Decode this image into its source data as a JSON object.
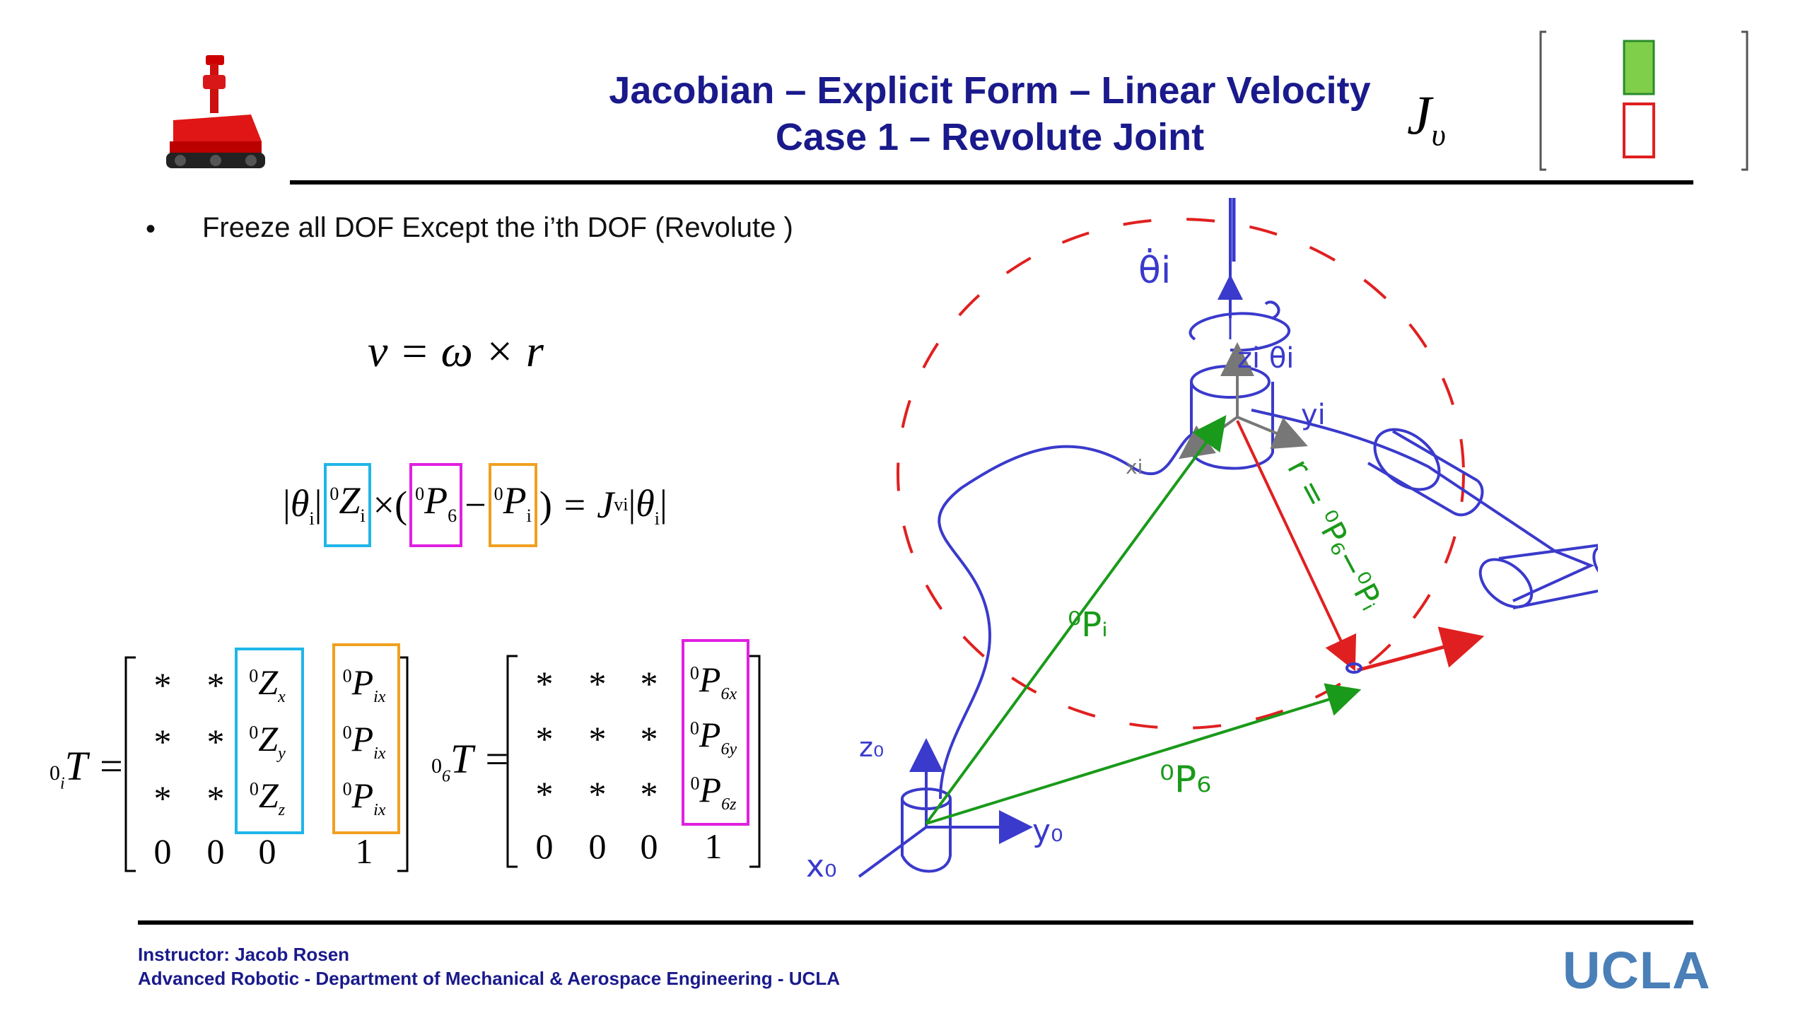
{
  "header": {
    "title_line1": "Jacobian – Explicit Form – Linear Velocity",
    "title_line2": "Case 1 – Revolute Joint",
    "jv_symbol": "J",
    "jv_subscript": "υ"
  },
  "bullet": {
    "marker": "•",
    "text": "Freeze all DOF Except the i’th DOF (Revolute )"
  },
  "equations": {
    "velocity": "v = ω × r",
    "jacobian_rhs": "= J"
  },
  "matrices": {
    "left_label": "T =",
    "right_label": "T =",
    "left_rows": [
      [
        "*",
        "*",
        "Z",
        "P"
      ],
      [
        "*",
        "*",
        "Z",
        "P"
      ],
      [
        "*",
        "*",
        "Z",
        "P"
      ],
      [
        "0",
        "0",
        "0",
        "1"
      ]
    ],
    "right_rows": [
      [
        "*",
        "*",
        "*",
        "P"
      ],
      [
        "*",
        "*",
        "*",
        "P"
      ],
      [
        "*",
        "*",
        "*",
        "P"
      ],
      [
        "0",
        "0",
        "0",
        "1"
      ]
    ],
    "left_z_subs": [
      "x",
      "y",
      "z"
    ],
    "left_p_subs": [
      "ix",
      "ix",
      "ix"
    ],
    "right_p_subs": [
      "6x",
      "6y",
      "6z"
    ]
  },
  "sketch_labels": {
    "theta_dot": "θ̇i",
    "zi_theta": "zi θi",
    "yi": "yi",
    "xi": "xi",
    "r_label": "r = ⁰P₆−⁰Pᵢ",
    "pi": "⁰Pᵢ",
    "p6": "⁰P₆",
    "z0": "z₀",
    "y0": "y₀",
    "x0": "x₀"
  },
  "footer": {
    "line1": "Instructor: Jacob Rosen",
    "line2": "Advanced Robotic -  Department of Mechanical & Aerospace Engineering - UCLA",
    "logo": "UCLA"
  },
  "colors": {
    "title": "#1a1a8c",
    "cyan": "#1fb6e8",
    "magenta": "#e020e0",
    "orange": "#f0a020",
    "sketch_blue": "#3a3acc",
    "sketch_red": "#e02020",
    "sketch_green": "#1a9a1a",
    "ucla": "#4a7fb8"
  },
  "icons": {
    "robot": "robot-icon",
    "bracket_indicator": "matrix-indicator-icon"
  }
}
